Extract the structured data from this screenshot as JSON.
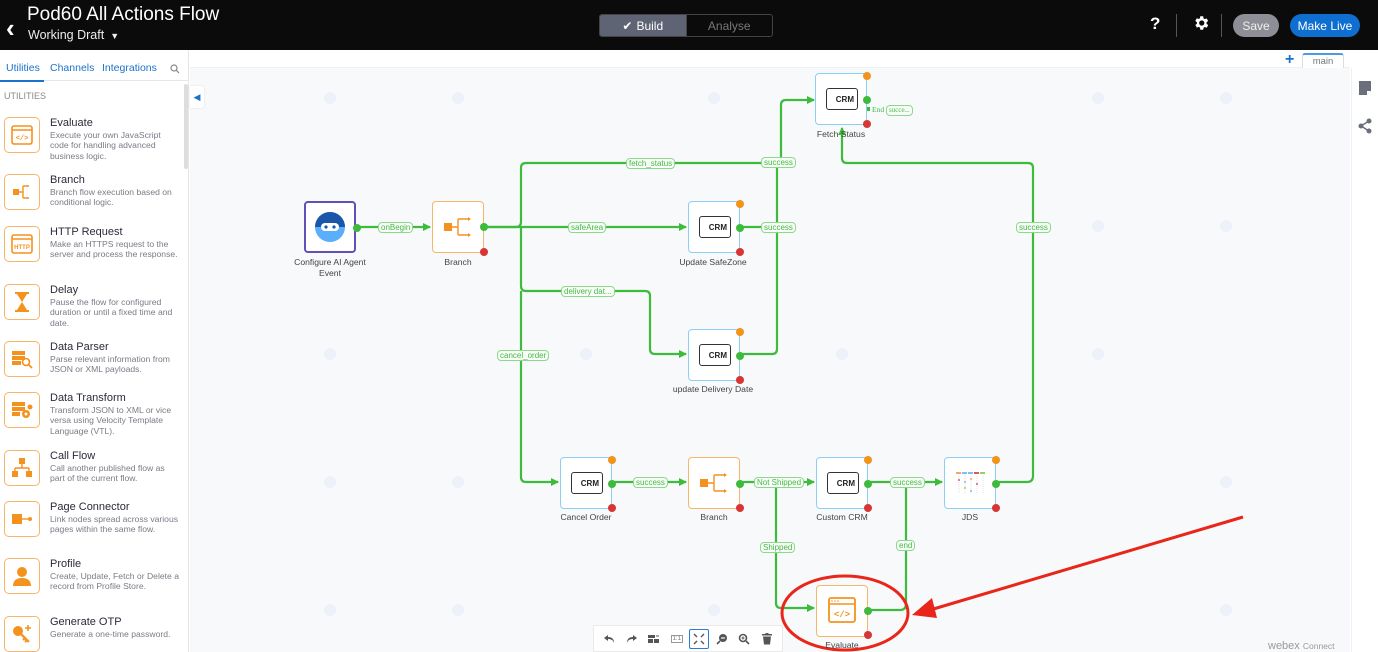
{
  "header": {
    "title": "Pod60 All Actions Flow",
    "subtitle": "Working Draft",
    "modes": [
      {
        "label": "Build",
        "active": true
      },
      {
        "label": "Analyse",
        "active": false
      }
    ],
    "help": "?",
    "save_label": "Save",
    "make_live_label": "Make Live"
  },
  "sidebar": {
    "tabs": [
      "Utilities",
      "Channels",
      "Integrations"
    ],
    "section": "UTILITIES",
    "items": [
      {
        "name": "Evaluate",
        "desc": "Execute your own JavaScript code for handling advanced business logic.",
        "icon": "code-window-icon"
      },
      {
        "name": "Branch",
        "desc": "Branch flow execution based on conditional logic.",
        "icon": "branch-icon"
      },
      {
        "name": "HTTP Request",
        "desc": "Make an HTTPS request to the server and process the response.",
        "icon": "http-icon"
      },
      {
        "name": "Delay",
        "desc": "Pause the flow for configured duration or until a fixed time and date.",
        "icon": "hourglass-icon"
      },
      {
        "name": "Data Parser",
        "desc": "Parse relevant information from JSON or XML payloads.",
        "icon": "data-parser-icon"
      },
      {
        "name": "Data Transform",
        "desc": "Transform JSON to XML or vice versa using Velocity Template Language (VTL).",
        "icon": "data-transform-icon"
      },
      {
        "name": "Call Flow",
        "desc": "Call another published flow as part of the current flow.",
        "icon": "call-flow-icon"
      },
      {
        "name": "Page Connector",
        "desc": "Link nodes spread across various pages within the same flow.",
        "icon": "page-connector-icon"
      },
      {
        "name": "Profile",
        "desc": "Create, Update, Fetch or Delete a record from Profile Store.",
        "icon": "profile-icon"
      },
      {
        "name": "Generate OTP",
        "desc": "Generate a one-time password.",
        "icon": "key-icon"
      }
    ]
  },
  "canvas": {
    "page_tab": "main",
    "brand": "webex",
    "brand_suffix": "Connect",
    "nodes": {
      "start": "Configure AI Agent Event",
      "branch1": "Branch",
      "fetch_status": "Fetch Status",
      "update_safezone": "Update SafeZone",
      "update_delivery": "update Delivery Date",
      "cancel_order": "Cancel Order",
      "branch2": "Branch",
      "custom_crm": "Custom CRM",
      "jds": "JDS",
      "evaluate": "Evaluate"
    },
    "crm_text": "CRM",
    "edges": {
      "onbegin": "onBegin",
      "fetch_status": "fetch_status",
      "safearea": "safeArea",
      "delivery": "delivery dat...",
      "cancel_order": "cancel_order",
      "success_fetch": "success",
      "success_safezone": "success",
      "success_jds": "success",
      "success_cancel": "success",
      "not_shipped": "Not Shipped",
      "shipped": "Shipped",
      "success_custom": "success",
      "end": "end",
      "end_marker": "End",
      "succe": "succe..."
    }
  },
  "toolbar": {
    "items": [
      "undo-icon",
      "redo-icon",
      "arrange-icon",
      "actual-size-icon",
      "fit-screen-icon",
      "zoom-out-icon",
      "zoom-in-icon",
      "delete-icon"
    ],
    "actual_size": "1:1"
  },
  "colors": {
    "accent": "#1a73c8",
    "edge": "#3dbb3d",
    "annotation": "#e8261a",
    "orange": "#f4921e"
  }
}
